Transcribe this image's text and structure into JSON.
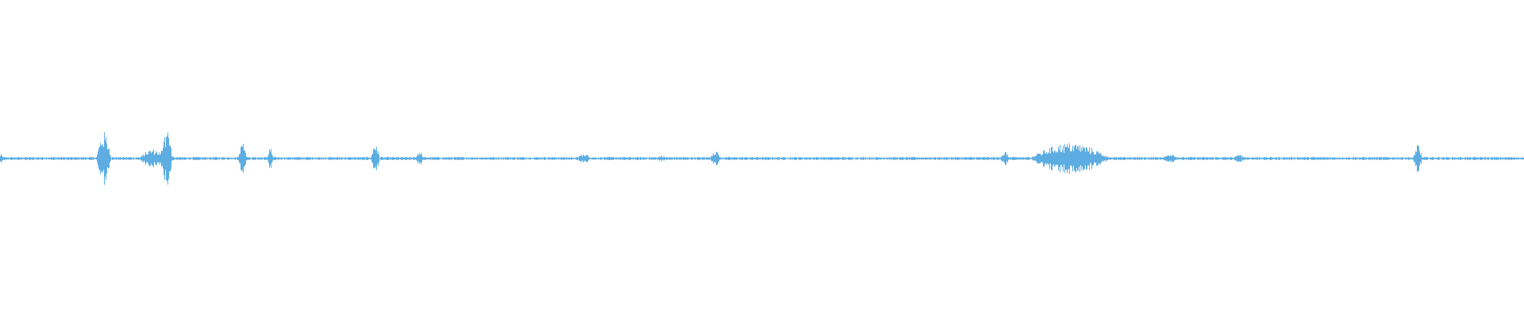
{
  "waveform": {
    "color": "#5dade2",
    "background": "#ffffff",
    "baseline_amplitude": 0.01,
    "duration_fraction_events": [
      {
        "at": 0.0,
        "width": 0.004,
        "amp": 0.03
      },
      {
        "at": 0.068,
        "width": 0.01,
        "amp": 0.17
      },
      {
        "at": 0.1,
        "width": 0.018,
        "amp": 0.06
      },
      {
        "at": 0.109,
        "width": 0.008,
        "amp": 0.2
      },
      {
        "at": 0.159,
        "width": 0.006,
        "amp": 0.11
      },
      {
        "at": 0.177,
        "width": 0.004,
        "amp": 0.07
      },
      {
        "at": 0.246,
        "width": 0.006,
        "amp": 0.1
      },
      {
        "at": 0.275,
        "width": 0.005,
        "amp": 0.05
      },
      {
        "at": 0.383,
        "width": 0.01,
        "amp": 0.03
      },
      {
        "at": 0.434,
        "width": 0.006,
        "amp": 0.02
      },
      {
        "at": 0.469,
        "width": 0.007,
        "amp": 0.06
      },
      {
        "at": 0.659,
        "width": 0.006,
        "amp": 0.05
      },
      {
        "at": 0.702,
        "width": 0.054,
        "amp": 0.1
      },
      {
        "at": 0.768,
        "width": 0.012,
        "amp": 0.03
      },
      {
        "at": 0.813,
        "width": 0.008,
        "amp": 0.025
      },
      {
        "at": 0.93,
        "width": 0.006,
        "amp": 0.1
      }
    ]
  }
}
